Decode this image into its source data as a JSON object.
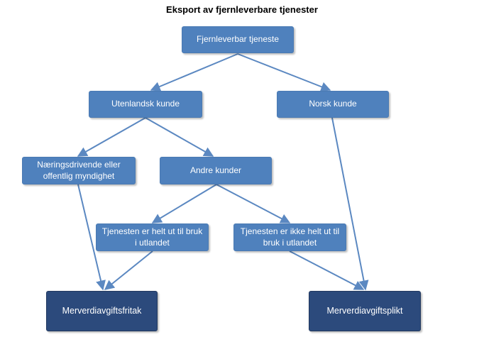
{
  "title": "Eksport av fjernleverbare tjenester",
  "nodes": {
    "fjernleverbar": "Fjernleverbar tjeneste",
    "utenlandsk": "Utenlandsk kunde",
    "norsk": "Norsk kunde",
    "naeringsdrivende": "Næringsdrivende eller offentlig myndighet",
    "andre": "Andre kunder",
    "helt_ut": "Tjenesten er helt ut til bruk i utlandet",
    "ikke_helt_ut": "Tjenesten er ikke helt ut til bruk i utlandet",
    "fritak": "Merverdiavgiftsfritak",
    "plikt": "Merverdiavgiftsplikt"
  },
  "colors": {
    "box": "#4f81bd",
    "box_dark": "#2c4a7c",
    "arrow": "#5b88c1"
  }
}
